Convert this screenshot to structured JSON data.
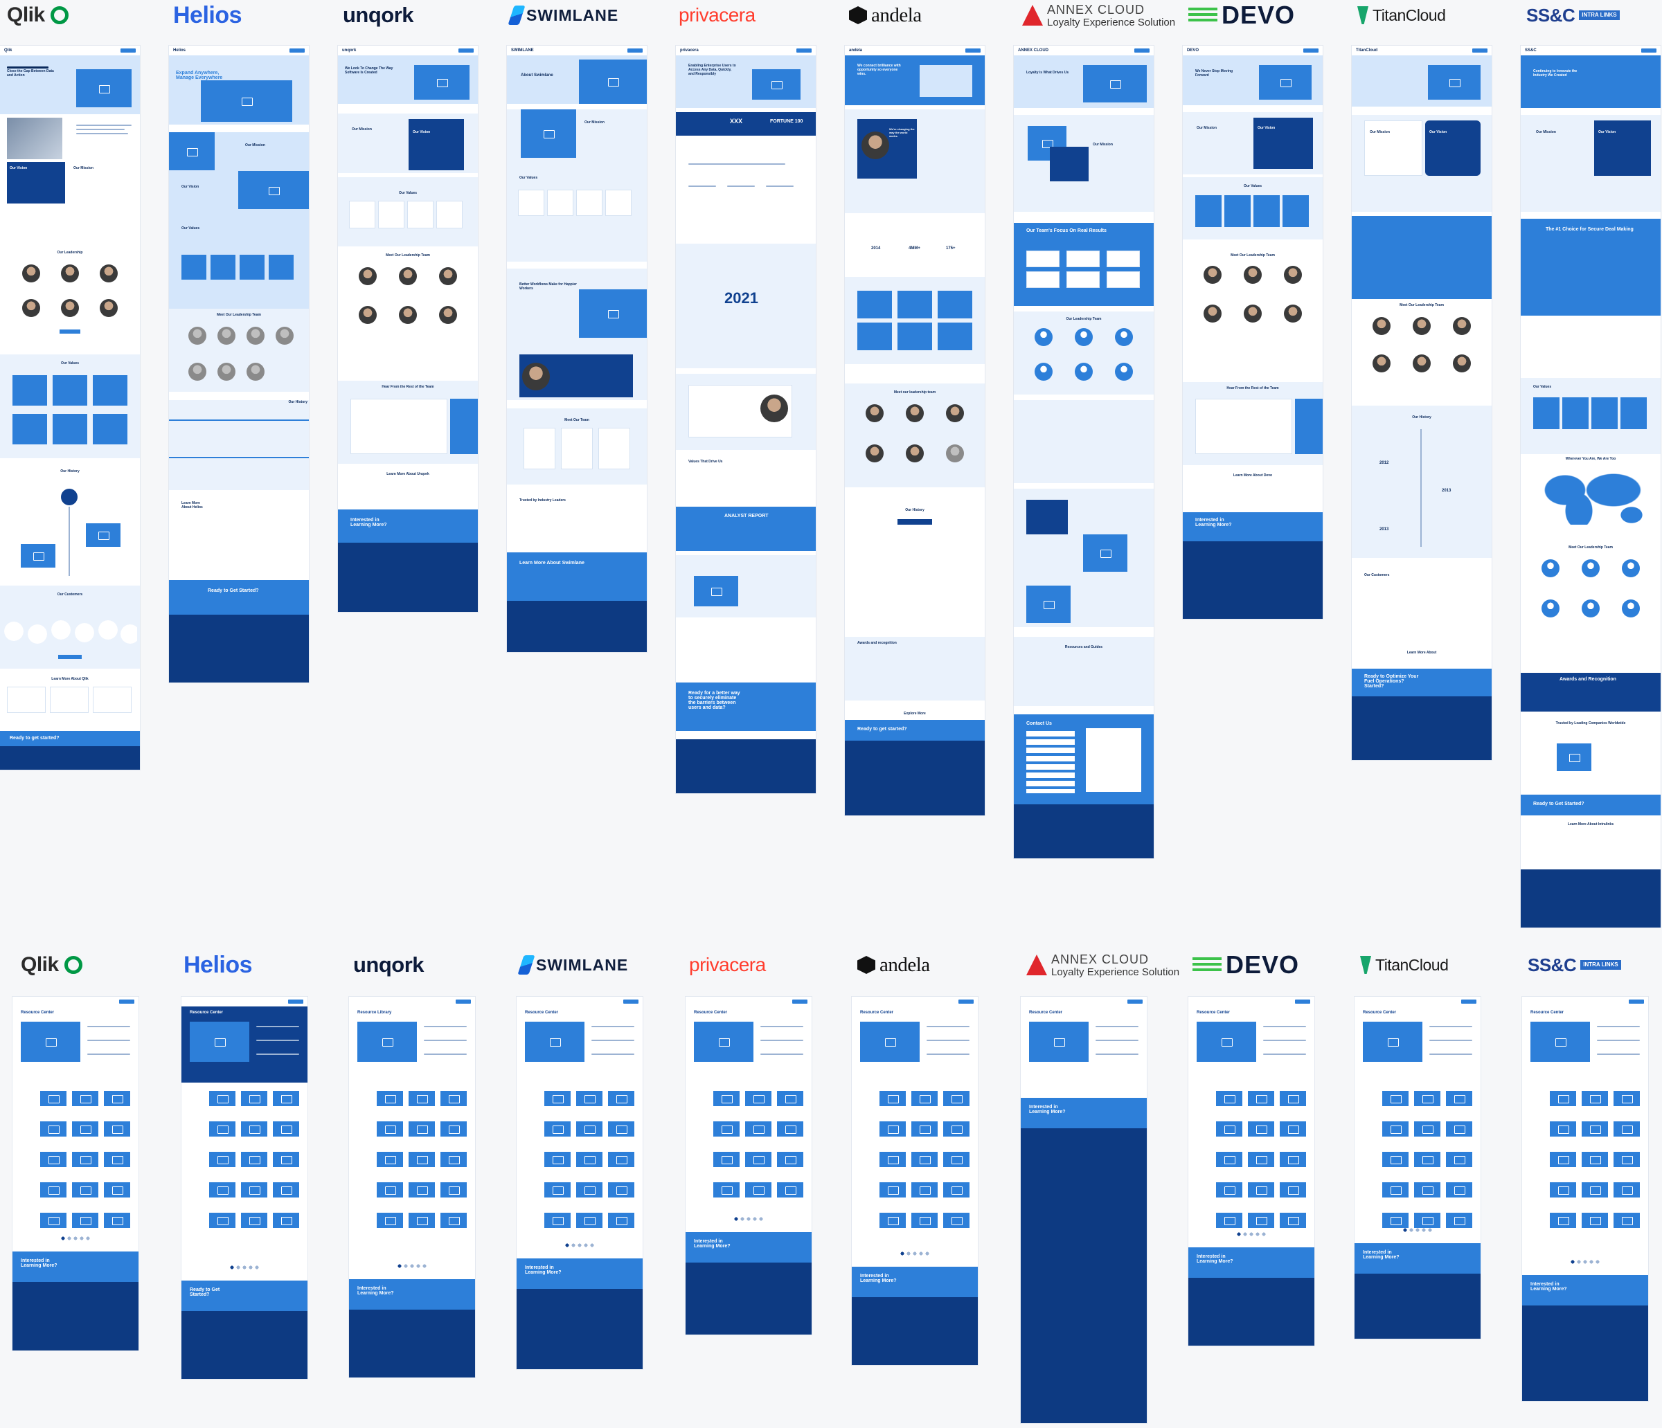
{
  "row1": {
    "logos": [
      {
        "name": "qlik",
        "text": "Qlik"
      },
      {
        "name": "helios",
        "text": "Helios"
      },
      {
        "name": "unqork",
        "text": "unqork"
      },
      {
        "name": "swimlane",
        "text": "SWIMLANE"
      },
      {
        "name": "privacera",
        "text": "privacera"
      },
      {
        "name": "andela",
        "text": "andela"
      },
      {
        "name": "annex",
        "text": "ANNEX CLOUD",
        "sub": "Loyalty Experience Solution"
      },
      {
        "name": "devo",
        "text": "DEVO"
      },
      {
        "name": "titan",
        "text": "TitanCloud"
      },
      {
        "name": "ssc",
        "text": "SS&C",
        "box": "INTRA LINKS"
      }
    ]
  },
  "row2": {
    "logos": [
      {
        "name": "qlik",
        "text": "Qlik"
      },
      {
        "name": "helios",
        "text": "Helios"
      },
      {
        "name": "unqork",
        "text": "unqork"
      },
      {
        "name": "swimlane",
        "text": "SWIMLANE"
      },
      {
        "name": "privacera",
        "text": "privacera"
      },
      {
        "name": "andela",
        "text": "andela"
      },
      {
        "name": "annex",
        "text": "ANNEX CLOUD",
        "sub": "Loyalty Experience Solution"
      },
      {
        "name": "devo",
        "text": "DEVO"
      },
      {
        "name": "titan",
        "text": "TitanCloud"
      },
      {
        "name": "ssc",
        "text": "SS&C",
        "box": "INTRA LINKS"
      }
    ]
  },
  "about_pages": {
    "qlik": {
      "hero": "Close the Gap Between Data and Action",
      "vision": "Our Vision",
      "mission": "Our Mission",
      "leadership": "Our Leadership",
      "values": "Our Values",
      "history": "Our History",
      "customers": "Our Customers",
      "learn": "Learn More About Qlik",
      "cta": "Ready to get started?"
    },
    "helios": {
      "hero": "Expand Anywhere, Manage Everywhere",
      "mission": "Our Mission",
      "vision": "Our Vision",
      "values": "Our Values",
      "leadership": "Meet Our Leadership Team",
      "history": "Our History",
      "learn": "Learn More About Helios",
      "cta": "Ready to Get Started?"
    },
    "unqork": {
      "hero": "We Look To Change The Way Software Is Created",
      "mission": "Our Mission",
      "vision": "Our Vision",
      "values": "Our Values",
      "leadership": "Meet Our Leadership Team",
      "hear": "Hear From the Rest of the Team",
      "learn": "Learn More About Unqork",
      "cta": "Interested in Learning More?"
    },
    "swimlane": {
      "hero": "About Swimlane",
      "mission": "Our Mission",
      "values": "Our Values",
      "workflows": "Better Workflows Make for Happier Workers",
      "team": "Meet Our Team",
      "trusted": "Trusted by Industry Leaders",
      "learn": "Learn More About Swimlane"
    },
    "privacera": {
      "hero": "Enabling Enterprise Users to Access Any Data, Quickly, and Responsibly",
      "stat1": "XXX",
      "stat2": "FORTUNE 100",
      "values": "Values That Drive Us",
      "year": "2021",
      "report": "ANALYST REPORT",
      "cta": "Ready for a better way to securely eliminate the barriers between users and data?"
    },
    "andela": {
      "hero": "We connect brilliance with opportunity so everyone wins.",
      "quote": "We're changing the way the world works.",
      "stat1": "2014",
      "stat2": "4MM+",
      "stat3": "175+",
      "leadership": "Meet our leadership team",
      "history": "Our History",
      "awards": "Awards and recognition",
      "explore": "Explore More",
      "cta": "Ready to get started?"
    },
    "annex": {
      "hero": "Loyalty is What Drives Us",
      "mission": "Our Mission",
      "focus": "Our Team's Focus On Real Results",
      "leadership": "Our Leadership Team",
      "resources": "Resources and Guides",
      "contact": "Contact Us"
    },
    "devo": {
      "hero": "We Never Stop Moving Forward",
      "mission": "Our Mission",
      "vision": "Our Vision",
      "values": "Our Values",
      "leadership": "Meet Our Leadership Team",
      "hear": "Hear From the Rest of the Team",
      "learn": "Learn More About Devo",
      "cta": "Interested in Learning More?"
    },
    "titan": {
      "mission": "Our Mission",
      "vision": "Our Vision",
      "leadership": "Meet Our Leadership Team",
      "history": "Our History",
      "year1": "2012",
      "year2": "2013",
      "customers": "Our Customers",
      "learn": "Learn More About",
      "cta": "Ready to Optimize Your Fuel Operations? Started?"
    },
    "ssc": {
      "hero": "Continuing to Innovate the Industry We Created",
      "mission": "Our Mission",
      "vision": "Our Vision",
      "choice": "The #1 Choice for Secure Deal Making",
      "values": "Our Values",
      "wherever": "Wherever You Are, We Are Too",
      "leadership": "Meet Our Leadership Team",
      "awards": "Awards and Recognition",
      "trusted": "Trusted by Leading Companies Worldwide",
      "cta": "Ready to Get Started?",
      "learn": "Learn More About Intralinks"
    }
  },
  "resource_pages": {
    "title": "Resource Center",
    "unqork_title": "Resource Library",
    "cta": "Interested in Learning More?",
    "cta_alt": "Ready to Get Started?"
  },
  "colors": {
    "primary": "#2d7fd9",
    "dark": "#10418f",
    "light": "#d4e6fb",
    "footer": "#0d3a82"
  }
}
